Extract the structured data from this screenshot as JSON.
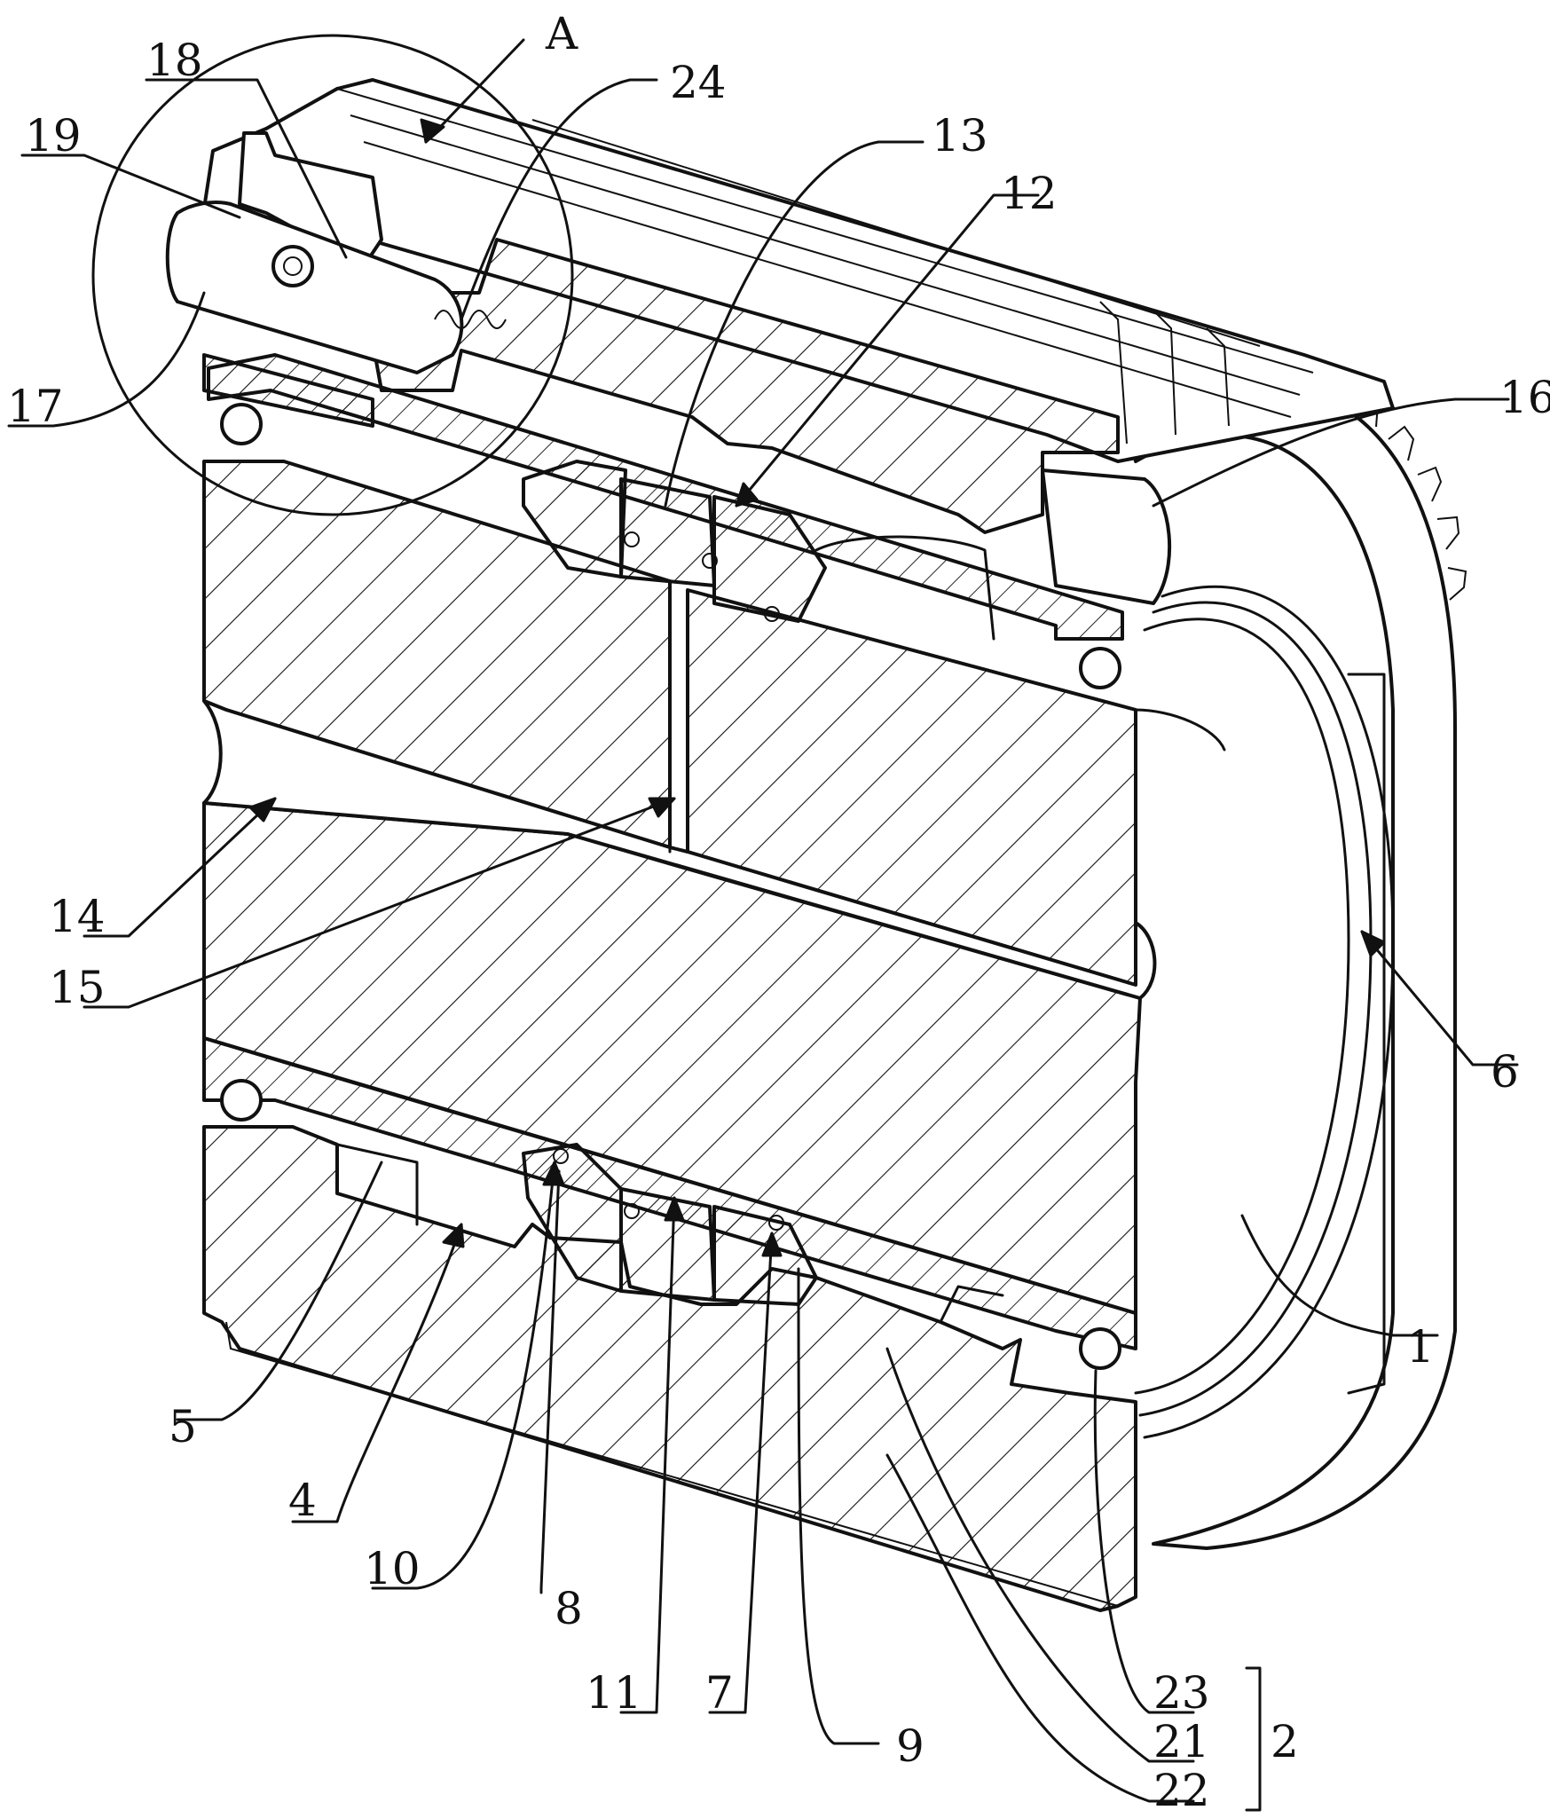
{
  "labels": {
    "A": "A",
    "n1": "1",
    "n2": "2",
    "n4": "4",
    "n5": "5",
    "n6": "6",
    "n7": "7",
    "n8": "8",
    "n9": "9",
    "n10": "10",
    "n11": "11",
    "n12": "12",
    "n13": "13",
    "n14": "14",
    "n15": "15",
    "n16": "16",
    "n17": "17",
    "n18": "18",
    "n19": "19",
    "n21": "21",
    "n22": "22",
    "n23": "23",
    "n24": "24"
  },
  "colors": {
    "line": "#111111",
    "background": "#ffffff"
  }
}
